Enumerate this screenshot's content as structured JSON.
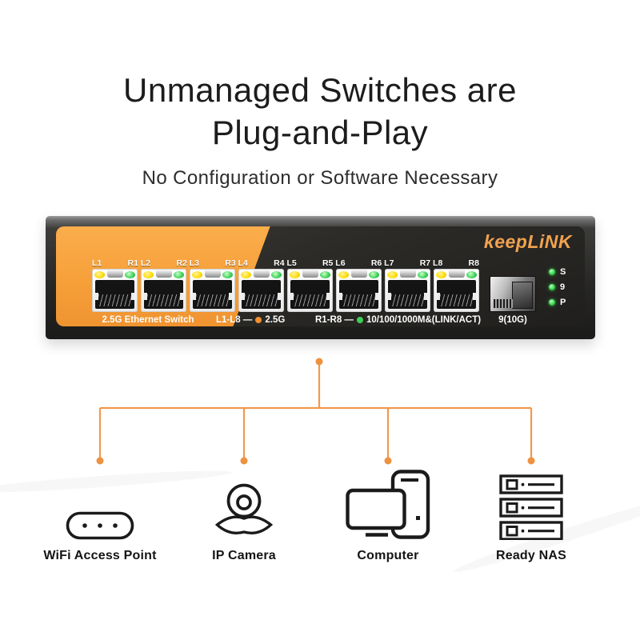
{
  "header": {
    "title_line1": "Unmanaged Switches are",
    "title_line2": "Plug-and-Play",
    "subtitle": "No Configuration or Software Necessary"
  },
  "switch": {
    "brand": "keepLiNK",
    "model_caption": "2.5G Ethernet Switch",
    "ports_count": 8,
    "port_labels": [
      "L1",
      "R1 L2",
      "R2 L3",
      "R3 L4",
      "R4 L5",
      "R5 L6",
      "R6 L7",
      "R7 L8",
      "R8"
    ],
    "legend_left": {
      "prefix": "L1-L8 —",
      "value": "2.5G"
    },
    "legend_right": {
      "prefix": "R1-R8 —",
      "value": "10/100/1000M&(LINK/ACT)"
    },
    "sfp_label": "9(10G)",
    "status_leds": [
      "S",
      "9",
      "P"
    ]
  },
  "devices": [
    {
      "label": "WiFi Access Point"
    },
    {
      "label": "IP Camera"
    },
    {
      "label": "Computer"
    },
    {
      "label": "Ready NAS"
    }
  ],
  "colors": {
    "accent_orange": "#f0994e",
    "accent_dot": "#ef913e",
    "faceplate_orange": "#f6a03a",
    "logo_orange": "#f2a24f",
    "led_yellow": "#ffdd00",
    "led_green": "#3ecf57",
    "status_green": "#35d24a",
    "legend_dot_orange": "#f09030"
  }
}
